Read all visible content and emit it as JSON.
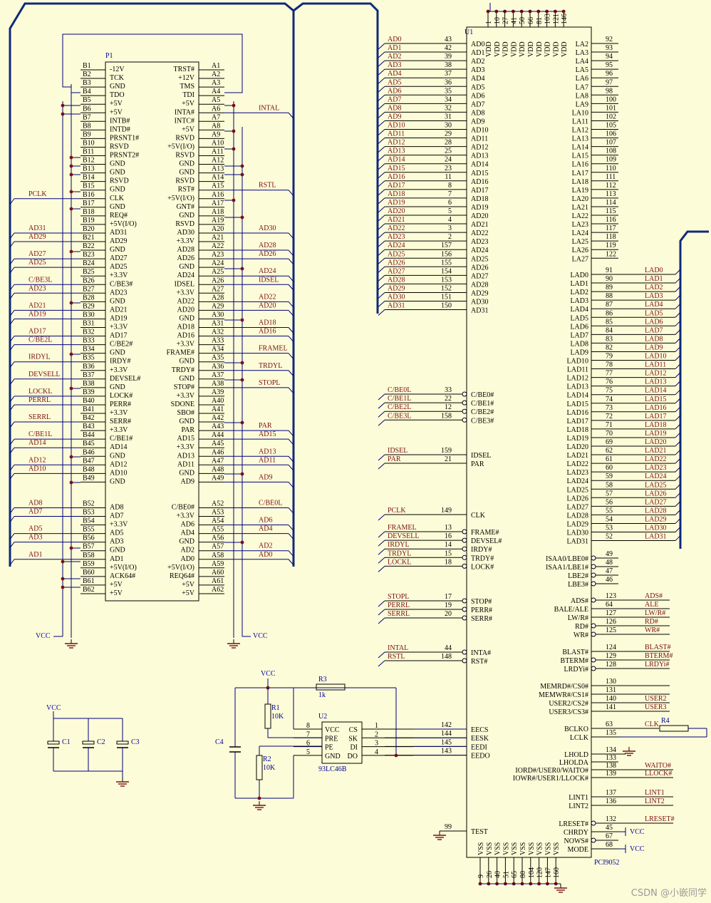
{
  "watermark": "CSDN @小嵌同学",
  "colors": {
    "wire": "#000080",
    "bus": "#000080",
    "body": "#fdfcd8",
    "net": "#7a0f12",
    "ref": "#00009a",
    "line": "#000000"
  },
  "p1": {
    "ref": "P1",
    "left": [
      [
        "B1",
        "-12V",
        ""
      ],
      [
        "B2",
        "TCK",
        ""
      ],
      [
        "B3",
        "GND",
        ""
      ],
      [
        "B4",
        "TDO",
        ""
      ],
      [
        "B5",
        "+5V",
        ""
      ],
      [
        "B6",
        "+5V",
        ""
      ],
      [
        "B7",
        "INTB#",
        ""
      ],
      [
        "B8",
        "INTD#",
        ""
      ],
      [
        "B9",
        "PRSNT1#",
        ""
      ],
      [
        "B10",
        "RSVD",
        ""
      ],
      [
        "B11",
        "PRSNT2#",
        ""
      ],
      [
        "B12",
        "GND",
        ""
      ],
      [
        "B13",
        "GND",
        ""
      ],
      [
        "B14",
        "RSVD",
        ""
      ],
      [
        "B15",
        "GND",
        ""
      ],
      [
        "B16",
        "CLK",
        "PCLK"
      ],
      [
        "B17",
        "GND",
        ""
      ],
      [
        "B18",
        "REQ#",
        ""
      ],
      [
        "B19",
        "+5V(I/O)",
        ""
      ],
      [
        "B20",
        "AD31",
        "AD31"
      ],
      [
        "B21",
        "AD29",
        "AD29"
      ],
      [
        "B22",
        "GND",
        ""
      ],
      [
        "B23",
        "AD27",
        "AD27"
      ],
      [
        "B24",
        "AD25",
        "AD25"
      ],
      [
        "B25",
        "+3.3V",
        ""
      ],
      [
        "B26",
        "C/BE3#",
        "C/BE3L"
      ],
      [
        "B27",
        "AD23",
        "AD23"
      ],
      [
        "B28",
        "GND",
        ""
      ],
      [
        "B29",
        "AD21",
        "AD21"
      ],
      [
        "B30",
        "AD19",
        "AD19"
      ],
      [
        "B31",
        "+3.3V",
        ""
      ],
      [
        "B32",
        "AD17",
        "AD17"
      ],
      [
        "B33",
        "C/BE2#",
        "C/BE2L"
      ],
      [
        "B34",
        "GND",
        ""
      ],
      [
        "B35",
        "IRDY#",
        "IRDYL"
      ],
      [
        "B36",
        "+3.3V",
        ""
      ],
      [
        "B37",
        "DEVSEL#",
        "DEVSELL"
      ],
      [
        "B38",
        "GND",
        ""
      ],
      [
        "B39",
        "LOCK#",
        "LOCKL"
      ],
      [
        "B40",
        "PERR#",
        "PERRL"
      ],
      [
        "B41",
        "+3.3V",
        ""
      ],
      [
        "B42",
        "SERR#",
        "SERRL"
      ],
      [
        "B43",
        "+3.3V",
        ""
      ],
      [
        "B44",
        "C/BE1#",
        "C/BE1L"
      ],
      [
        "B45",
        "AD14",
        "AD14"
      ],
      [
        "B46",
        "GND",
        ""
      ],
      [
        "B47",
        "AD12",
        "AD12"
      ],
      [
        "B48",
        "AD10",
        "AD10"
      ],
      [
        "B49",
        "GND",
        ""
      ],
      [
        "B52",
        "AD8",
        "AD8"
      ],
      [
        "B53",
        "AD7",
        "AD7"
      ],
      [
        "B54",
        "+3.3V",
        ""
      ],
      [
        "B55",
        "AD5",
        "AD5"
      ],
      [
        "B56",
        "AD3",
        "AD3"
      ],
      [
        "B57",
        "GND",
        ""
      ],
      [
        "B58",
        "AD1",
        "AD1"
      ],
      [
        "B59",
        "+5V(I/O)",
        ""
      ],
      [
        "B60",
        "ACK64#",
        ""
      ],
      [
        "B61",
        "+5V",
        ""
      ],
      [
        "B62",
        "+5V",
        ""
      ]
    ],
    "right": [
      [
        "A1",
        "TRST#",
        ""
      ],
      [
        "A2",
        "+12V",
        ""
      ],
      [
        "A3",
        "TMS",
        ""
      ],
      [
        "A4",
        "TDI",
        ""
      ],
      [
        "A5",
        "+5V",
        ""
      ],
      [
        "A6",
        "INTA#",
        "INTAL"
      ],
      [
        "A7",
        "INTC#",
        ""
      ],
      [
        "A8",
        "+5V",
        ""
      ],
      [
        "A9",
        "RSVD",
        ""
      ],
      [
        "A10",
        "+5V(I/O)",
        ""
      ],
      [
        "A11",
        "RSVD",
        ""
      ],
      [
        "A12",
        "GND",
        ""
      ],
      [
        "A13",
        "GND",
        ""
      ],
      [
        "A14",
        "RSVD",
        ""
      ],
      [
        "A15",
        "RST#",
        "RSTL"
      ],
      [
        "A16",
        "+5V(I/O)",
        ""
      ],
      [
        "A17",
        "GNT#",
        ""
      ],
      [
        "A18",
        "GND",
        ""
      ],
      [
        "A19",
        "RSVD",
        ""
      ],
      [
        "A20",
        "AD30",
        "AD30"
      ],
      [
        "A21",
        "+3.3V",
        ""
      ],
      [
        "A22",
        "AD28",
        "AD28"
      ],
      [
        "A23",
        "AD26",
        "AD26"
      ],
      [
        "A24",
        "GND",
        ""
      ],
      [
        "A25",
        "AD24",
        "AD24"
      ],
      [
        "A26",
        "IDSEL",
        "IDSEL"
      ],
      [
        "A27",
        "+3.3V",
        ""
      ],
      [
        "A28",
        "AD22",
        "AD22"
      ],
      [
        "A29",
        "AD20",
        "AD20"
      ],
      [
        "A30",
        "GND",
        ""
      ],
      [
        "A31",
        "AD18",
        "AD18"
      ],
      [
        "A32",
        "AD16",
        "AD16"
      ],
      [
        "A33",
        "+3.3V",
        ""
      ],
      [
        "A34",
        "FRAME#",
        "FRAMEL"
      ],
      [
        "A35",
        "GND",
        ""
      ],
      [
        "A36",
        "TRDY#",
        "TRDYL"
      ],
      [
        "A37",
        "GND",
        ""
      ],
      [
        "A38",
        "STOP#",
        "STOPL"
      ],
      [
        "A39",
        "+3.3V",
        ""
      ],
      [
        "A40",
        "SDONE",
        ""
      ],
      [
        "A41",
        "SBO#",
        ""
      ],
      [
        "A42",
        "GND",
        ""
      ],
      [
        "A43",
        "PAR",
        "PAR"
      ],
      [
        "A44",
        "AD15",
        "AD15"
      ],
      [
        "A45",
        "+3.3V",
        ""
      ],
      [
        "A46",
        "AD13",
        "AD13"
      ],
      [
        "A47",
        "AD11",
        "AD11"
      ],
      [
        "A48",
        "GND",
        ""
      ],
      [
        "A49",
        "AD9",
        "AD9"
      ],
      [
        "A52",
        "C/BE0#",
        "C/BE0L"
      ],
      [
        "A53",
        "+3.3V",
        ""
      ],
      [
        "A54",
        "AD6",
        "AD6"
      ],
      [
        "A55",
        "AD4",
        "AD4"
      ],
      [
        "A56",
        "GND",
        ""
      ],
      [
        "A57",
        "AD2",
        "AD2"
      ],
      [
        "A58",
        "AD0",
        "AD0"
      ],
      [
        "A59",
        "+5V(I/O)",
        ""
      ],
      [
        "A60",
        "REQ64#",
        ""
      ],
      [
        "A61",
        "+5V",
        ""
      ],
      [
        "A62",
        "+5V",
        ""
      ]
    ],
    "vcc_left": "VCC",
    "vcc_right": "VCC"
  },
  "u1": {
    "ref": "U1",
    "part": "PCI9052",
    "top_pins": [
      "1",
      "10",
      "27",
      "41",
      "50",
      "66",
      "81",
      "103",
      "121",
      "146"
    ],
    "top_label": "VDD",
    "bottom_pins": [
      "9",
      "26",
      "40",
      "51",
      "65",
      "80",
      "104",
      "120",
      "147",
      "160"
    ],
    "bottom_label": "VSS",
    "ad": [
      [
        "43",
        "AD0",
        "AD0"
      ],
      [
        "42",
        "AD1",
        "AD1"
      ],
      [
        "39",
        "AD2",
        "AD2"
      ],
      [
        "38",
        "AD3",
        "AD3"
      ],
      [
        "37",
        "AD4",
        "AD4"
      ],
      [
        "36",
        "AD5",
        "AD5"
      ],
      [
        "35",
        "AD6",
        "AD6"
      ],
      [
        "34",
        "AD7",
        "AD7"
      ],
      [
        "32",
        "AD8",
        "AD8"
      ],
      [
        "31",
        "AD9",
        "AD9"
      ],
      [
        "30",
        "AD10",
        "AD10"
      ],
      [
        "29",
        "AD11",
        "AD11"
      ],
      [
        "28",
        "AD12",
        "AD12"
      ],
      [
        "25",
        "AD13",
        "AD13"
      ],
      [
        "24",
        "AD14",
        "AD14"
      ],
      [
        "23",
        "AD15",
        "AD15"
      ],
      [
        "11",
        "AD16",
        "AD16"
      ],
      [
        "8",
        "AD17",
        "AD17"
      ],
      [
        "7",
        "AD18",
        "AD18"
      ],
      [
        "6",
        "AD19",
        "AD19"
      ],
      [
        "5",
        "AD20",
        "AD20"
      ],
      [
        "4",
        "AD21",
        "AD21"
      ],
      [
        "3",
        "AD22",
        "AD22"
      ],
      [
        "2",
        "AD23",
        "AD23"
      ],
      [
        "157",
        "AD24",
        "AD24"
      ],
      [
        "156",
        "AD25",
        "AD25"
      ],
      [
        "155",
        "AD26",
        "AD26"
      ],
      [
        "154",
        "AD27",
        "AD27"
      ],
      [
        "153",
        "AD28",
        "AD28"
      ],
      [
        "152",
        "AD29",
        "AD29"
      ],
      [
        "151",
        "AD30",
        "AD30"
      ],
      [
        "150",
        "AD31",
        "AD31"
      ]
    ],
    "cbe": [
      [
        "33",
        "C/BE0#",
        "C/BE0L"
      ],
      [
        "22",
        "C/BE1#",
        "C/BE1L"
      ],
      [
        "12",
        "C/BE2#",
        "C/BE2L"
      ],
      [
        "158",
        "C/BE3#",
        "C/BE3L"
      ]
    ],
    "ctl1": [
      [
        "159",
        "IDSEL",
        "IDSEL"
      ],
      [
        "21",
        "PAR",
        "PAR"
      ]
    ],
    "clk": [
      [
        "149",
        "CLK",
        "PCLK"
      ]
    ],
    "ctl2": [
      [
        "13",
        "FRAME#",
        "FRAMEL"
      ],
      [
        "16",
        "DEVSEL#",
        "DEVSELL"
      ],
      [
        "14",
        "IRDY#",
        "IRDYL"
      ],
      [
        "15",
        "TRDY#",
        "TRDYL"
      ],
      [
        "18",
        "LOCK#",
        "LOCKL"
      ]
    ],
    "ctl3": [
      [
        "17",
        "STOP#",
        "STOPL"
      ],
      [
        "19",
        "PERR#",
        "PERRL"
      ],
      [
        "20",
        "SERR#",
        "SERRL"
      ]
    ],
    "ctl4": [
      [
        "44",
        "INTA#",
        "INTAL"
      ],
      [
        "148",
        "RST#",
        "RSTL"
      ]
    ],
    "ee": [
      [
        "142",
        "EECS",
        ""
      ],
      [
        "144",
        "EESK",
        ""
      ],
      [
        "145",
        "EEDI",
        ""
      ],
      [
        "143",
        "EEDO",
        ""
      ]
    ],
    "test": [
      "99",
      "TEST"
    ],
    "la": [
      [
        "92",
        "LA2"
      ],
      [
        "93",
        "LA3"
      ],
      [
        "94",
        "LA4"
      ],
      [
        "95",
        "LA5"
      ],
      [
        "96",
        "LA6"
      ],
      [
        "97",
        "LA7"
      ],
      [
        "98",
        "LA8"
      ],
      [
        "100",
        "LA9"
      ],
      [
        "101",
        "LA10"
      ],
      [
        "102",
        "LA11"
      ],
      [
        "105",
        "LA12"
      ],
      [
        "106",
        "LA13"
      ],
      [
        "107",
        "LA14"
      ],
      [
        "108",
        "LA15"
      ],
      [
        "109",
        "LA16"
      ],
      [
        "110",
        "LA17"
      ],
      [
        "111",
        "LA18"
      ],
      [
        "112",
        "LA19"
      ],
      [
        "113",
        "LA20"
      ],
      [
        "114",
        "LA21"
      ],
      [
        "115",
        "LA22"
      ],
      [
        "116",
        "LA23"
      ],
      [
        "117",
        "LA24"
      ],
      [
        "118",
        "LA25"
      ],
      [
        "119",
        "LA26"
      ],
      [
        "122",
        "LA27"
      ]
    ],
    "lad": [
      [
        "91",
        "LAD0"
      ],
      [
        "90",
        "LAD1"
      ],
      [
        "89",
        "LAD2"
      ],
      [
        "88",
        "LAD3"
      ],
      [
        "87",
        "LAD4"
      ],
      [
        "86",
        "LAD5"
      ],
      [
        "85",
        "LAD6"
      ],
      [
        "84",
        "LAD7"
      ],
      [
        "83",
        "LAD8"
      ],
      [
        "82",
        "LAD9"
      ],
      [
        "79",
        "LAD10"
      ],
      [
        "78",
        "LAD11"
      ],
      [
        "77",
        "LAD12"
      ],
      [
        "76",
        "LAD13"
      ],
      [
        "75",
        "LAD14"
      ],
      [
        "74",
        "LAD15"
      ],
      [
        "73",
        "LAD16"
      ],
      [
        "72",
        "LAD17"
      ],
      [
        "71",
        "LAD18"
      ],
      [
        "70",
        "LAD19"
      ],
      [
        "69",
        "LAD20"
      ],
      [
        "62",
        "LAD21"
      ],
      [
        "61",
        "LAD22"
      ],
      [
        "60",
        "LAD23"
      ],
      [
        "59",
        "LAD24"
      ],
      [
        "58",
        "LAD25"
      ],
      [
        "57",
        "LAD26"
      ],
      [
        "56",
        "LAD27"
      ],
      [
        "55",
        "LAD28"
      ],
      [
        "54",
        "LAD29"
      ],
      [
        "53",
        "LAD30"
      ],
      [
        "52",
        "LAD31"
      ]
    ],
    "isa": [
      [
        "49",
        "ISAA0/LBE0#"
      ],
      [
        "48",
        "ISAA1/LBE1#"
      ],
      [
        "47",
        "LBE2#"
      ],
      [
        "46",
        "LBE3#"
      ]
    ],
    "bus": [
      [
        "123",
        "ADS#",
        "ADS#"
      ],
      [
        "64",
        "BALE/ALE",
        "ALE"
      ],
      [
        "127",
        "LW/R#",
        "LW/R#"
      ],
      [
        "126",
        "RD#",
        "RD#"
      ],
      [
        "125",
        "WR#",
        "WR#"
      ]
    ],
    "blast": [
      [
        "124",
        "BLAST#",
        "BLAST#"
      ],
      [
        "129",
        "BTERM#",
        "BTERM#"
      ],
      [
        "128",
        "LRDYi#",
        "LRDYi#"
      ]
    ],
    "mem": [
      [
        "130",
        "MEMRD#/CS0#",
        ""
      ],
      [
        "131",
        "MEMWR#/CS1#",
        ""
      ],
      [
        "140",
        "USER2/CS2#",
        "USER2"
      ],
      [
        "141",
        "USER3/CS3#",
        "USER3"
      ]
    ],
    "clkout": [
      [
        "63",
        "BCLKO"
      ],
      [
        "135",
        "LCLK"
      ]
    ],
    "hold": [
      [
        "134",
        "LHOLD"
      ],
      [
        "133",
        "LHOLDA"
      ],
      [
        "138",
        "IORD#/USER0/WAITO#"
      ],
      [
        "139",
        "IOWR#/USER1/LLOCK#"
      ]
    ],
    "hold_nets": [
      "",
      "",
      "WAITO#",
      "LLOCK#"
    ],
    "lint": [
      [
        "137",
        "LINT1",
        "LINT1"
      ],
      [
        "136",
        "LINT2",
        "LINT2"
      ]
    ],
    "tail": [
      [
        "132",
        "LRESET#",
        "LRESET#"
      ],
      [
        "45",
        "CHRDY",
        ""
      ],
      [
        "67",
        "NOWS#",
        ""
      ],
      [
        "68",
        "MODE",
        ""
      ]
    ],
    "vcc": "VCC",
    "clk_net": "CLK"
  },
  "u2": {
    "ref": "U2",
    "part": "93LC46B",
    "left": [
      [
        "8",
        "VCC"
      ],
      [
        "7",
        "PRE"
      ],
      [
        "6",
        "PE"
      ],
      [
        "5",
        "GND"
      ]
    ],
    "right": [
      [
        "1",
        "CS"
      ],
      [
        "2",
        "SK"
      ],
      [
        "3",
        "DI"
      ],
      [
        "4",
        "DO"
      ]
    ]
  },
  "passives": {
    "r1": {
      "ref": "R1",
      "val": "10K"
    },
    "r2": {
      "ref": "R2",
      "val": "10K"
    },
    "r3": {
      "ref": "R3",
      "val": "1k"
    },
    "r4": {
      "ref": "R4",
      "val": ""
    },
    "c1": {
      "ref": "C1"
    },
    "c2": {
      "ref": "C2"
    },
    "c3": {
      "ref": "C3"
    },
    "c4": {
      "ref": "C4"
    },
    "vcc_caps": "VCC",
    "vcc_ee": "VCC"
  }
}
